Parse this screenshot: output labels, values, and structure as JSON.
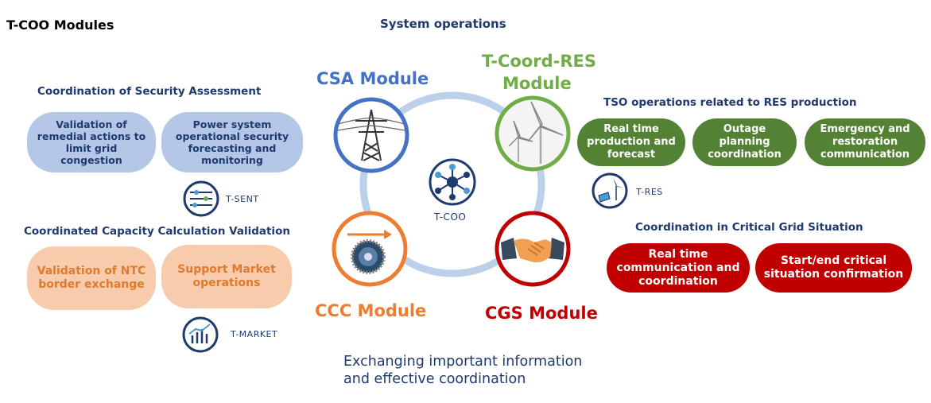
{
  "title": "T-COO Modules",
  "center_heading": "System operations",
  "center_icon_label": "T-COO",
  "modules": {
    "csa": {
      "label": "CSA Module",
      "color": "#4472c4"
    },
    "coord_res": {
      "label_line1": "T-Coord-RES",
      "label_line2": "Module",
      "color": "#70ad47"
    },
    "ccc": {
      "label": "CCC Module",
      "color": "#ed7d31"
    },
    "cgs": {
      "label": "CGS Module",
      "color": "#c00000"
    }
  },
  "security": {
    "heading": "Coordination of Security Assessment",
    "pills": [
      "Validation of remedial actions to limit grid congestion",
      "Power system operational security forecasting and monitoring"
    ],
    "icon_label": "T-SENT"
  },
  "capacity": {
    "heading": "Coordinated Capacity Calculation Validation",
    "pills": [
      "Validation of NTC border exchange",
      "Support Market operations"
    ],
    "icon_label": "T-MARKET"
  },
  "res": {
    "heading": "TSO operations related to RES production",
    "pills": [
      "Real time production and forecast",
      "Outage planning coordination",
      "Emergency and restoration communication"
    ],
    "icon_label": "T-RES"
  },
  "critical": {
    "heading": "Coordination in Critical Grid Situation",
    "pills": [
      "Real time communication and coordination",
      "Start/end critical situation confirmation"
    ]
  },
  "footer": {
    "line1": "Exchanging important information",
    "line2": "and effective coordination"
  }
}
